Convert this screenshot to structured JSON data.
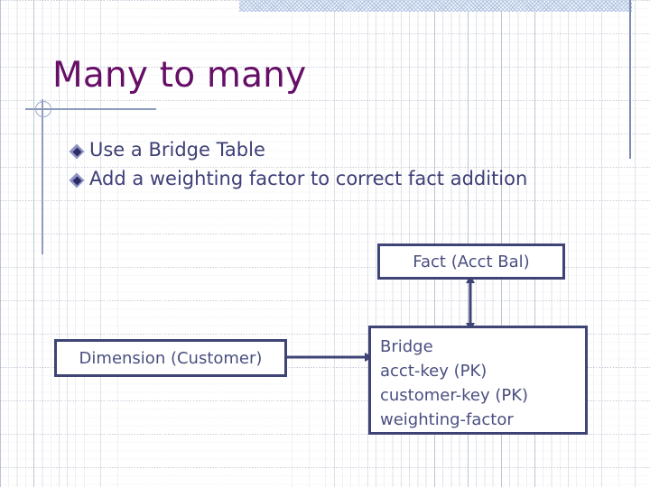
{
  "slide": {
    "title": "Many to many",
    "title_color": "#670e67",
    "body_text_color": "#3d3f76",
    "diagram_color": "#3e4475",
    "band_color": "#eef3fa",
    "accent_rule_color": "#8d9cbd"
  },
  "bullets": [
    {
      "text": "Use a Bridge Table",
      "marker": "diamond-bullet-icon"
    },
    {
      "text": "Add a weighting factor to correct fact addition",
      "marker": "diamond-bullet-icon"
    }
  ],
  "diagram": {
    "fact_box": {
      "label": "Fact (Acct Bal)"
    },
    "dimension_box": {
      "label": "Dimension (Customer)"
    },
    "bridge_box": {
      "lines": [
        "Bridge",
        "acct-key (PK)",
        "customer-key (PK)",
        "weighting-factor"
      ]
    },
    "connectors": [
      {
        "name": "fact-to-bridge",
        "style": "double-headed-vertical-arrow"
      },
      {
        "name": "dimension-to-bridge",
        "style": "single-headed-horizontal-arrow"
      }
    ]
  }
}
